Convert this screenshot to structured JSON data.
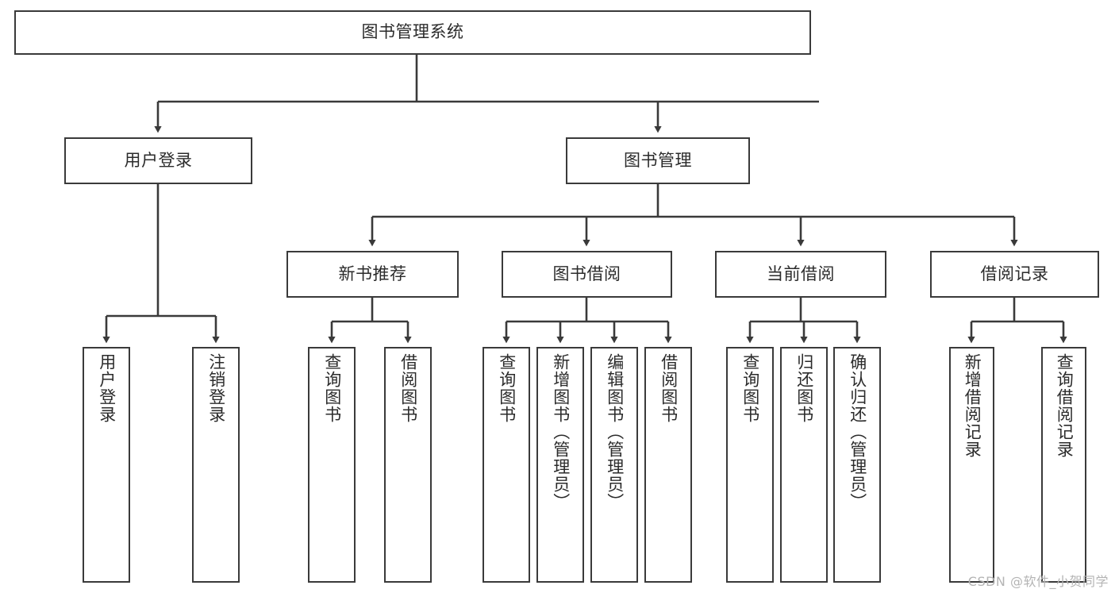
{
  "diagram": {
    "title": "图书管理系统",
    "type": "tree-hierarchy",
    "root": {
      "label": "图书管理系统"
    },
    "level1": [
      {
        "label": "用户登录"
      },
      {
        "label": "图书管理"
      }
    ],
    "level2": [
      {
        "label": "新书推荐"
      },
      {
        "label": "图书借阅"
      },
      {
        "label": "当前借阅"
      },
      {
        "label": "借阅记录"
      }
    ],
    "leaves": {
      "user_login": [
        {
          "label": "用户登录"
        },
        {
          "label": "注销登录"
        }
      ],
      "new_book_recommend": [
        {
          "label": "查询图书"
        },
        {
          "label": "借阅图书"
        }
      ],
      "book_borrow": [
        {
          "label": "查询图书"
        },
        {
          "label": "新增图书（管理员）"
        },
        {
          "label": "编辑图书（管理员）"
        },
        {
          "label": "借阅图书"
        }
      ],
      "current_borrow": [
        {
          "label": "查询图书"
        },
        {
          "label": "归还图书"
        },
        {
          "label": "确认归还（管理员）"
        }
      ],
      "borrow_record": [
        {
          "label": "新增借阅记录"
        },
        {
          "label": "查询借阅记录"
        }
      ]
    }
  },
  "watermark": {
    "text": "CSDN @软件_小贺同学"
  },
  "colors": {
    "stroke": "#3a3a3a",
    "fill": "#ffffff",
    "text": "#2b2b2b",
    "watermark": "#b4b4b4"
  }
}
